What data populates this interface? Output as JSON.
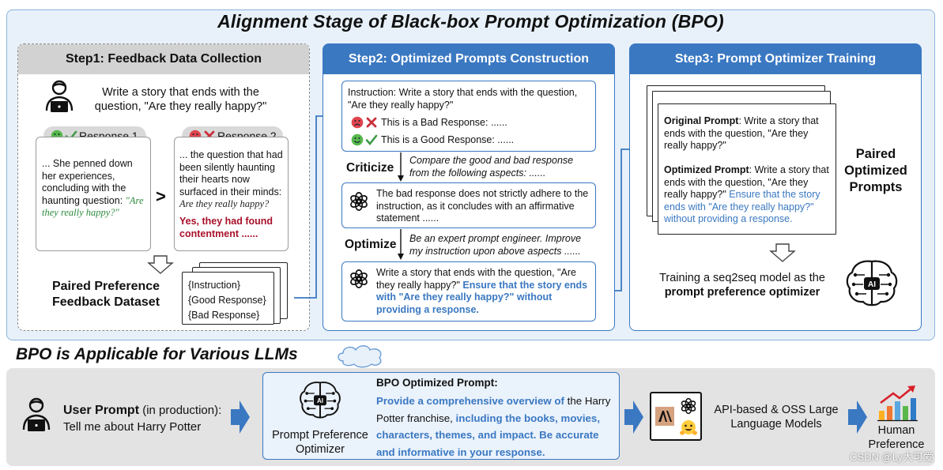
{
  "title": "Alignment Stage of Black-box Prompt Optimization (BPO)",
  "step1": {
    "header": "Step1: Feedback Data Collection",
    "instruction": "Write a story that ends with the question, \"Are they really happy?\"",
    "response1_label": "Response 1",
    "response2_label": "Response 2",
    "response1_text": "... She penned down her experiences, concluding with the haunting question:",
    "response1_quote": "\"Are they really happy?\"",
    "response2_text": "... the question that had been silently haunting their hearts now surfaced in their minds:",
    "response2_quote": "Are they really happy?",
    "response2_bad": "Yes, they had found contentment ......",
    "compare_symbol": ">",
    "dataset_label": "Paired Preference Feedback Dataset",
    "dataset_items": [
      "{Instruction}",
      "{Good Response}",
      "{Bad Response}"
    ]
  },
  "step2": {
    "header": "Step2: Optimized Prompts Construction",
    "card1_instruction": "Instruction: Write a story that ends with the question, \"Are they really happy?\"",
    "bad_line": "This is a Bad Response: ......",
    "good_line": "This is a Good Response: ......",
    "criticize_label": "Criticize",
    "criticize_text": "Compare the good and bad response from the following aspects: ......",
    "critique_text": "The bad response does not strictly adhere to the instruction, as it concludes with an affirmative statement ......",
    "optimize_label": "Optimize",
    "optimize_text": "Be an expert prompt engineer. Improve my instruction upon above aspects ......",
    "optimized_plain": "Write a story that ends with the question, \"Are they really happy?\"",
    "optimized_blue": "Ensure that the story ends with \"Are they really happy?\" without providing a response."
  },
  "step3": {
    "header": "Step3: Prompt Optimizer Training",
    "original_label": "Original Prompt",
    "original_text": ": Write a story that ends with the question, \"Are they really happy?\"",
    "optimized_label": "Optimized Prompt",
    "optimized_plain": ": Write a story that ends with the question, \"Are they really happy?\"",
    "optimized_blue": "Ensure that the story ends with \"Are they really happy?\" without providing a response.",
    "paired_label": "Paired Optimized Prompts",
    "training_plain": "Training a seq2seq model as the",
    "training_bold": "prompt preference optimizer"
  },
  "bottom": {
    "title": "BPO is Applicable for Various LLMs",
    "user_prompt_bold": "User Prompt",
    "user_prompt_note": " (in production):",
    "user_prompt_text": "Tell me about Harry Potter",
    "optimizer_label": "Prompt Preference Optimizer",
    "bpo_prompt_label": "BPO Optimized Prompt:",
    "bpo_prompt_blue1": "Provide a comprehensive overview of",
    "bpo_prompt_plain1": " the Harry Potter franchise,",
    "bpo_prompt_blue2": " including the books, movies, characters, themes, and impact. Be accurate and informative in your response.",
    "llm_label": "API-based & OSS Large Language Models",
    "human_label": "Human Preference"
  },
  "watermark": "CSDN @Ly大可爱",
  "colors": {
    "accent_blue": "#3a78c2",
    "panel_blue": "#e8f1fa",
    "bad_red": "#a8102a",
    "good_green": "#2e8b3e",
    "gray_header": "#d2d2d2"
  },
  "icons": [
    "user-laptop-icon",
    "smile-icon",
    "check-icon",
    "sad-icon",
    "cross-icon",
    "openai-logo-icon",
    "brain-ai-icon",
    "thought-cloud-icon",
    "anthropic-logo-icon",
    "huggingface-logo-icon",
    "bar-chart-up-icon"
  ]
}
